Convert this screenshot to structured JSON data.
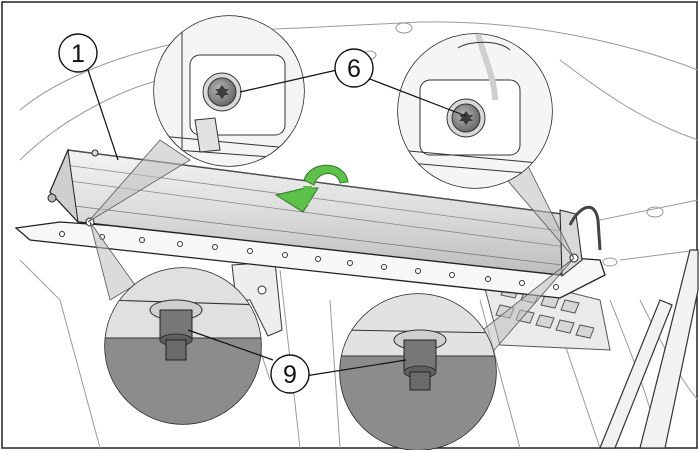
{
  "callouts": {
    "c1": "1",
    "c6": "6",
    "c9": "9"
  },
  "colors": {
    "arrow_green": "#5cc24a",
    "line_gray": "#333333",
    "detail_fill_light": "#eeeeee",
    "detail_fill_dark": "#8c8c8c"
  },
  "icons": {
    "rotation": "curved-arrow-icon",
    "fastener": "torx-bolt-icon"
  }
}
